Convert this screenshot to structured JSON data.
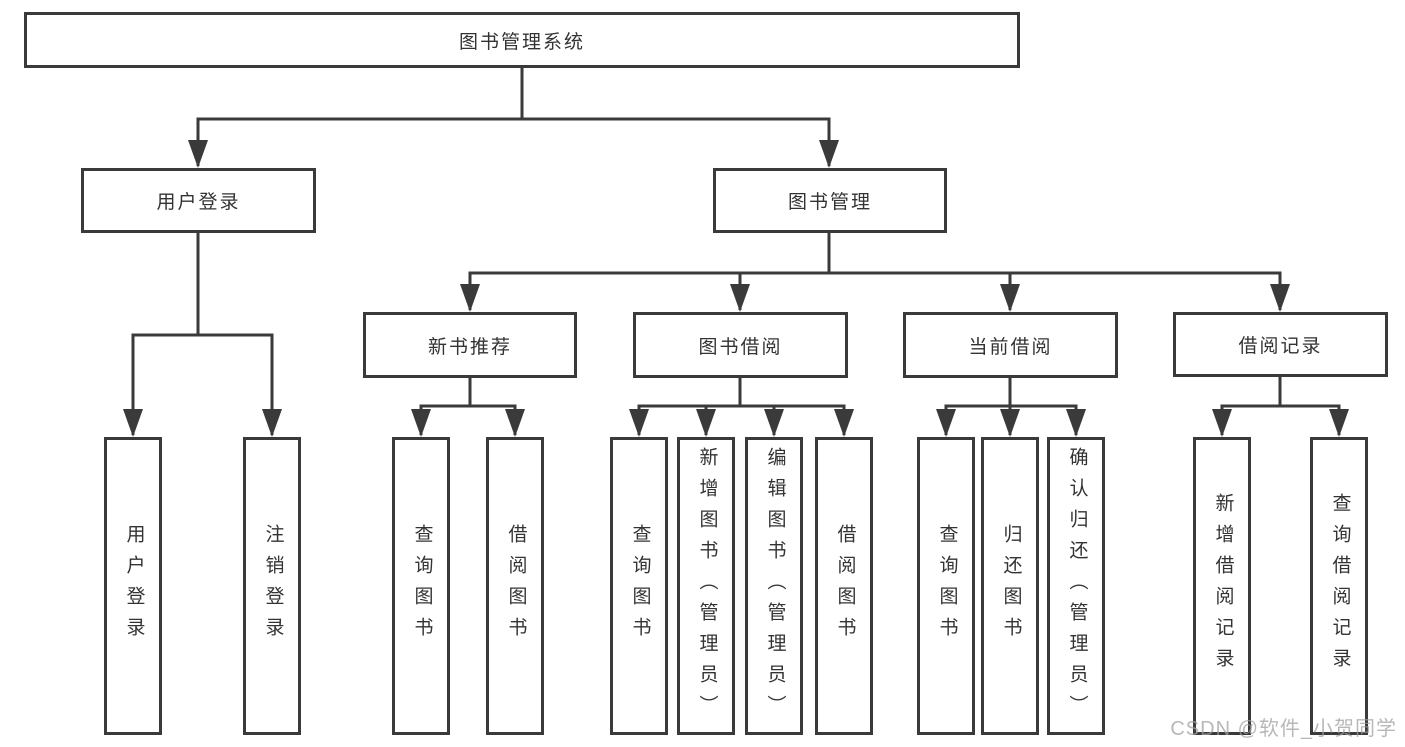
{
  "diagram": {
    "title": "图书管理系统",
    "colors": {
      "line": "#3a3a3a",
      "border": "#3a3a3a",
      "text": "#333333",
      "background": "#ffffff",
      "watermark": "#a0a0a0"
    },
    "nodes": {
      "root": {
        "label": "图书管理系统"
      },
      "login": {
        "label": "用户登录"
      },
      "mgmt": {
        "label": "图书管理"
      },
      "newbook": {
        "label": "新书推荐"
      },
      "borrow": {
        "label": "图书借阅"
      },
      "current": {
        "label": "当前借阅"
      },
      "records": {
        "label": "借阅记录"
      },
      "user_login": {
        "label": "用户登录"
      },
      "logout": {
        "label": "注销登录"
      },
      "nb_query": {
        "label": "查询图书"
      },
      "nb_borrow": {
        "label": "借阅图书"
      },
      "bw_query": {
        "label": "查询图书"
      },
      "bw_add": {
        "label": "新增图书（管理员）"
      },
      "bw_edit": {
        "label": "编辑图书（管理员）"
      },
      "bw_borrow": {
        "label": "借阅图书"
      },
      "cu_query": {
        "label": "查询图书"
      },
      "cu_return": {
        "label": "归还图书"
      },
      "cu_confirm": {
        "label": "确认归还（管理员）"
      },
      "rec_add": {
        "label": "新增借阅记录"
      },
      "rec_query": {
        "label": "查询借阅记录"
      }
    },
    "edges": [
      {
        "from": "root",
        "to": [
          "login",
          "mgmt"
        ]
      },
      {
        "from": "login",
        "to": [
          "user_login",
          "logout"
        ]
      },
      {
        "from": "mgmt",
        "to": [
          "newbook",
          "borrow",
          "current",
          "records"
        ]
      },
      {
        "from": "newbook",
        "to": [
          "nb_query",
          "nb_borrow"
        ]
      },
      {
        "from": "borrow",
        "to": [
          "bw_query",
          "bw_add",
          "bw_edit",
          "bw_borrow"
        ]
      },
      {
        "from": "current",
        "to": [
          "cu_query",
          "cu_return",
          "cu_confirm"
        ]
      },
      {
        "from": "records",
        "to": [
          "rec_add",
          "rec_query"
        ]
      }
    ],
    "watermark": "CSDN @软件_小贺同学"
  }
}
